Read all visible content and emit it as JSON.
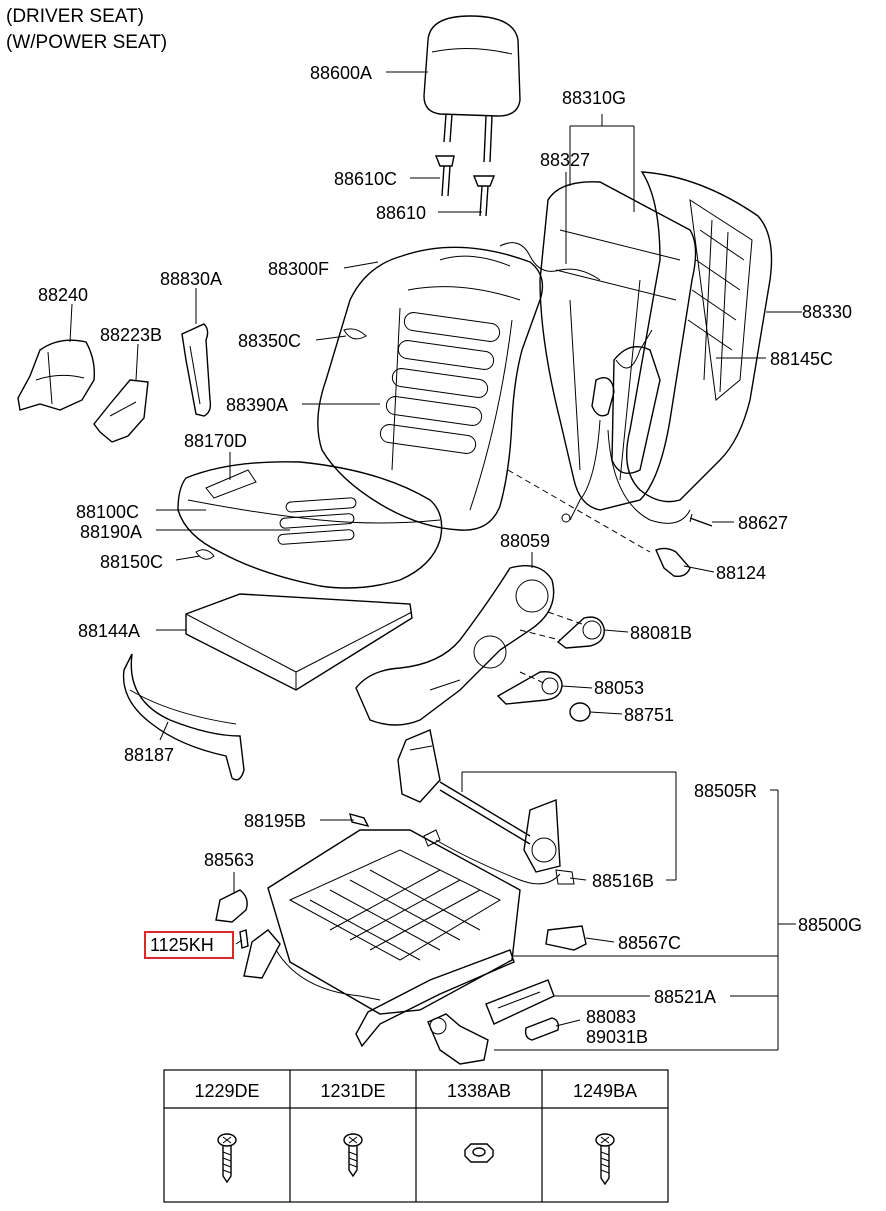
{
  "header": {
    "line1": "(DRIVER SEAT)",
    "line2": "(W/POWER SEAT)"
  },
  "parts": {
    "p88600A": "88600A",
    "p88310G": "88310G",
    "p88327": "88327",
    "p88610C": "88610C",
    "p88610": "88610",
    "p88300F": "88300F",
    "p88240": "88240",
    "p88830A": "88830A",
    "p88223B": "88223B",
    "p88350C": "88350C",
    "p88330": "88330",
    "p88145C": "88145C",
    "p88390A": "88390A",
    "p88170D": "88170D",
    "p88100C": "88100C",
    "p88190A": "88190A",
    "p88627": "88627",
    "p88059": "88059",
    "p88150C": "88150C",
    "p88124": "88124",
    "p88144A": "88144A",
    "p88081B": "88081B",
    "p88053": "88053",
    "p88751": "88751",
    "p88187": "88187",
    "p88505R": "88505R",
    "p88195B": "88195B",
    "p88563": "88563",
    "p88516B": "88516B",
    "p1125KH": "1125KH",
    "p88567C": "88567C",
    "p88500G": "88500G",
    "p88521A": "88521A",
    "p88083": "88083",
    "p89031B": "89031B"
  },
  "highlight_color": "#e0262d",
  "fasteners": [
    {
      "code": "1229DE",
      "icon": "screw-icon"
    },
    {
      "code": "1231DE",
      "icon": "screw-icon"
    },
    {
      "code": "1338AB",
      "icon": "nut-icon"
    },
    {
      "code": "1249BA",
      "icon": "screw-icon"
    }
  ]
}
